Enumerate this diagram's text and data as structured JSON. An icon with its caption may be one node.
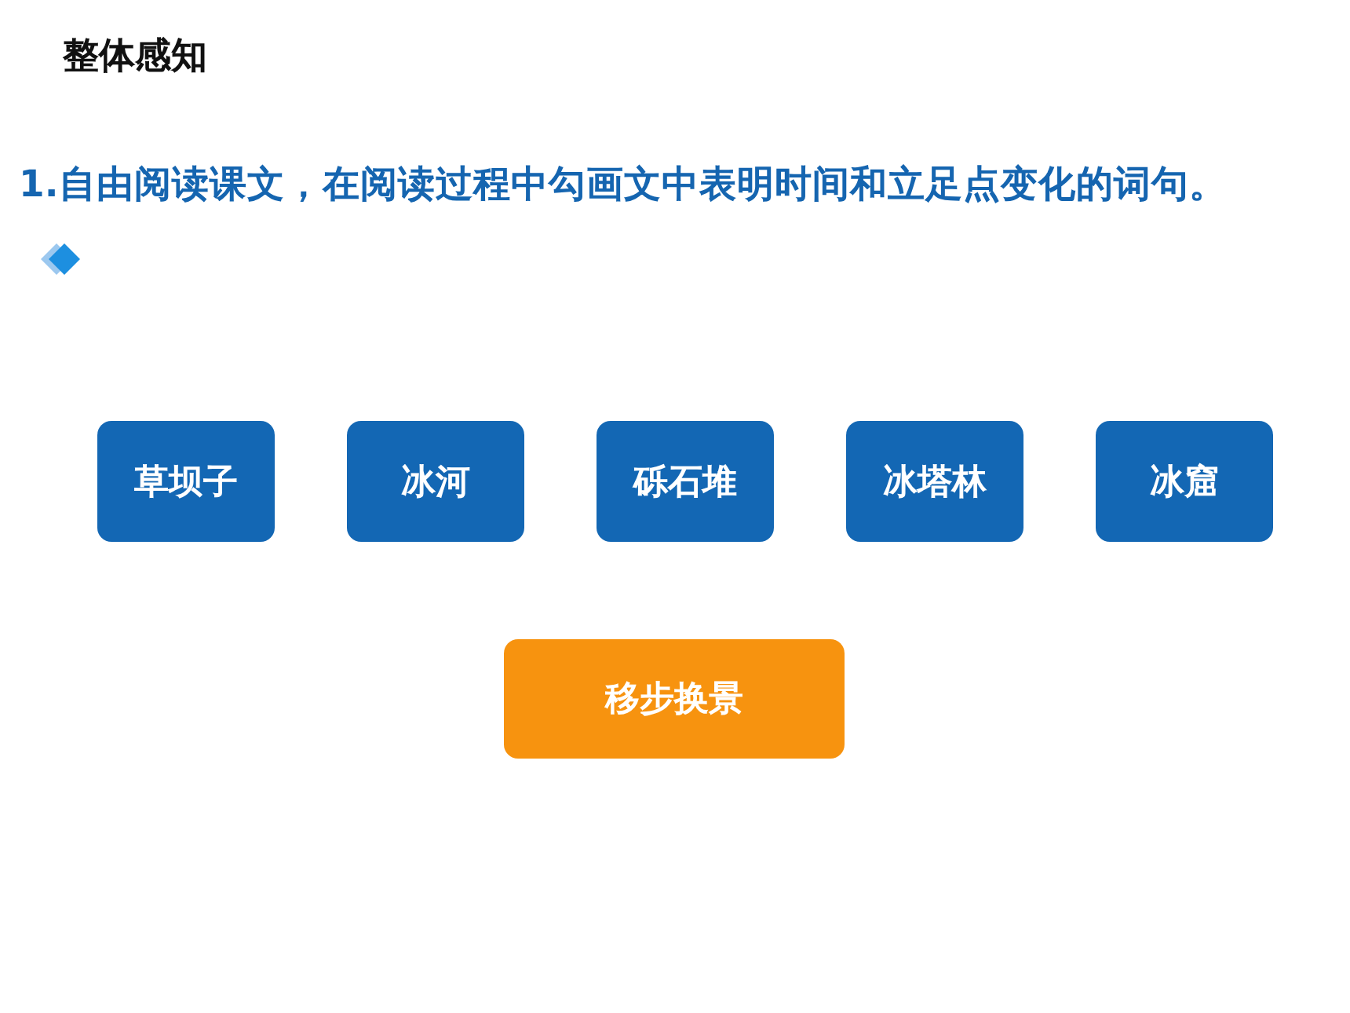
{
  "diagram": {
    "title": "整体感知",
    "nodes": [
      {
        "text": [
          "草坝子"
        ]
      },
      {
        "text": [
          "冰河"
        ]
      },
      {
        "text": [
          "砾石堆"
        ]
      },
      {
        "text": [
          "冰塔林"
        ]
      },
      {
        "text": [
          "冰窟"
        ]
      },
      {
        "text": [
          "移步换景"
        ]
      }
    ],
    "labels": [
      "1.自由阅读课文，在阅读过程中勾画文中表明时间和立足点变化的词句。"
    ]
  }
}
